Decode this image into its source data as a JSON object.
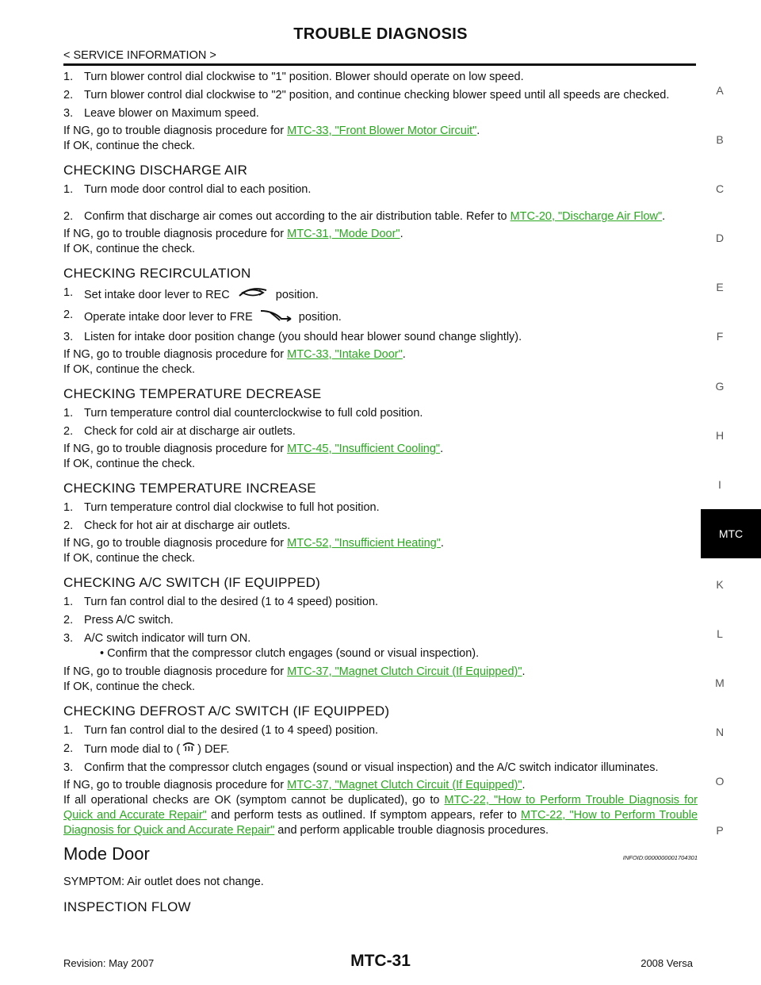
{
  "header": {
    "title": "TROUBLE DIAGNOSIS",
    "section": "< SERVICE INFORMATION >"
  },
  "intro": {
    "items": [
      "Turn blower control dial clockwise to \"1\" position. Blower should operate on low speed.",
      "Turn blower control dial clockwise to \"2\" position, and continue checking blower speed until all speeds are checked.",
      "Leave blower on Maximum speed."
    ],
    "ng_prefix": "If NG, go to trouble diagnosis procedure for ",
    "ng_link": "MTC-33, \"Front Blower Motor Circuit\"",
    "ok": "If OK, continue the check."
  },
  "discharge": {
    "heading": "CHECKING DISCHARGE AIR",
    "item1": "Turn mode door control dial to each position.",
    "item2_prefix": "Confirm that discharge air comes out according to the air distribution table. Refer to ",
    "item2_link": "MTC-20, \"Discharge Air Flow\"",
    "ng_prefix": "If NG, go to trouble diagnosis procedure for ",
    "ng_link": "MTC-31, \"Mode Door\"",
    "ok": "If OK, continue the check."
  },
  "recirc": {
    "heading": "CHECKING RECIRCULATION",
    "item1_a": "Set intake door lever to REC",
    "item1_b": "position.",
    "item2_a": "Operate intake door lever to FRE",
    "item2_b": "position.",
    "item3": "Listen for intake door position change (you should hear blower sound change slightly).",
    "ng_prefix": "If NG, go to trouble diagnosis procedure for ",
    "ng_link": "MTC-33, \"Intake Door\"",
    "ok": "If OK, continue the check."
  },
  "temp_dec": {
    "heading": "CHECKING TEMPERATURE DECREASE",
    "item1": "Turn temperature control dial counterclockwise to full cold position.",
    "item2": "Check for cold air at discharge air outlets.",
    "ng_prefix": "If NG, go to trouble diagnosis procedure for ",
    "ng_link": "MTC-45, \"Insufficient Cooling\"",
    "ok": "If OK, continue the check."
  },
  "temp_inc": {
    "heading": "CHECKING TEMPERATURE INCREASE",
    "item1": "Turn temperature control dial clockwise to full hot position.",
    "item2": "Check for hot air at discharge air outlets.",
    "ng_prefix": "If NG, go to trouble diagnosis procedure for ",
    "ng_link": "MTC-52, \"Insufficient Heating\"",
    "ok": "If OK, continue the check."
  },
  "ac": {
    "heading": "CHECKING A/C SWITCH (IF EQUIPPED)",
    "item1": "Turn fan control dial to the desired (1 to 4 speed) position.",
    "item2": "Press A/C switch.",
    "item3": "A/C switch indicator will turn ON.",
    "item3_sub": "• Confirm that the compressor clutch engages (sound or visual inspection).",
    "ng_prefix": "If NG, go to trouble diagnosis procedure for ",
    "ng_link": "MTC-37, \"Magnet Clutch Circuit (If Equipped)\"",
    "ok": "If OK, continue the check."
  },
  "defrost": {
    "heading": "CHECKING DEFROST A/C SWITCH (IF EQUIPPED)",
    "item1": "Turn fan control dial to the desired (1 to 4 speed) position.",
    "item2_a": "Turn mode dial to (",
    "item2_b": ") DEF.",
    "item3": "Confirm that the compressor clutch engages (sound or visual inspection) and the A/C switch indicator illuminates.",
    "ng_prefix": "If NG, go to trouble diagnosis procedure for ",
    "ng_link": "MTC-37, \"Magnet Clutch Circuit (If Equipped)\"",
    "final_a": "If all operational checks are OK (symptom cannot be duplicated), go to ",
    "final_link1": "MTC-22, \"How to Perform Trouble Diagnosis for Quick and Accurate Repair\"",
    "final_b": " and perform tests as outlined. If symptom appears, refer to ",
    "final_link2": "MTC-22, \"How to Perform Trouble Diagnosis for Quick and Accurate Repair\"",
    "final_c": " and perform applicable trouble diagnosis procedures."
  },
  "mode_door": {
    "heading": "Mode Door",
    "infoid": "INFOID:0000000001704301",
    "symptom": "SYMPTOM: Air outlet does not change.",
    "flow": "INSPECTION FLOW"
  },
  "side_index": [
    "A",
    "B",
    "C",
    "D",
    "E",
    "F",
    "G",
    "H",
    "I",
    "K",
    "L",
    "M",
    "N",
    "O",
    "P"
  ],
  "side_tab": "MTC",
  "footer": {
    "revision": "Revision: May 2007",
    "page": "MTC-31",
    "model": "2008 Versa"
  },
  "colors": {
    "link": "#2aa820",
    "tab_bg": "#000000"
  }
}
